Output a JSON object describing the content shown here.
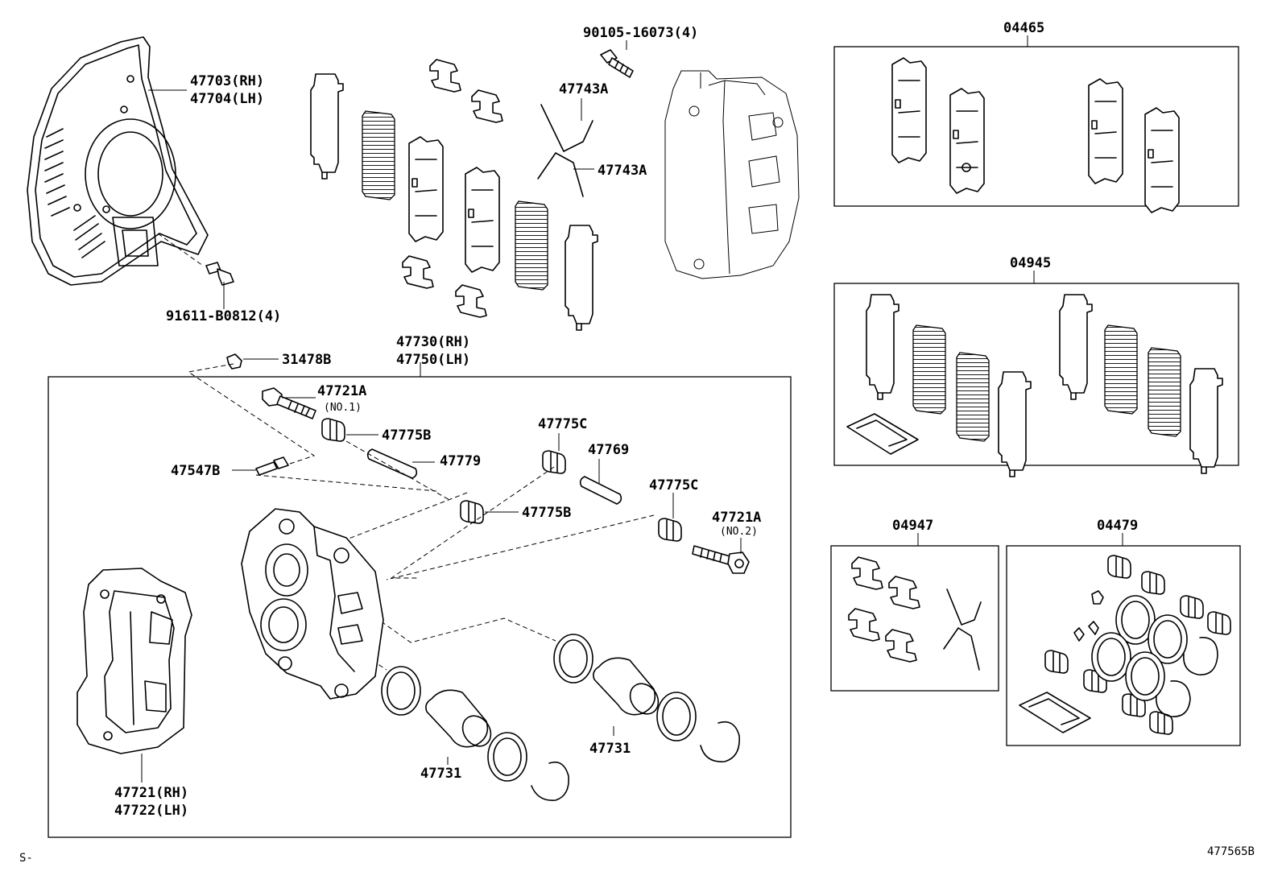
{
  "labels": {
    "shield_rh": "47703(RH)",
    "shield_lh": "47704(LH)",
    "bolt_91611": "91611-B0812(4)",
    "bolt_90105": "90105-16073(4)",
    "spring_a1": "47743A",
    "spring_a2": "47743A",
    "caliper_rh": "47730(RH)",
    "caliper_lh": "47750(LH)",
    "cap_31478B": "31478B",
    "bolt_47721A_1": "47721A",
    "bolt_47721A_1_note": "(NO.1)",
    "boot_47775B_1": "47775B",
    "pin_47779": "47779",
    "bleeder_47547B": "47547B",
    "boot_47775C_1": "47775C",
    "pin_47769": "47769",
    "boot_47775C_2": "47775C",
    "boot_47775B_2": "47775B",
    "bolt_47721A_2": "47721A",
    "bolt_47721A_2_note": "(NO.2)",
    "piston_47731_1": "47731",
    "piston_47731_2": "47731",
    "mount_rh": "47721(RH)",
    "mount_lh": "47722(LH)",
    "kit_04465": "04465",
    "kit_04945": "04945",
    "kit_04947": "04947",
    "kit_04479": "04479"
  },
  "footer": {
    "left_mark": "S-",
    "diagram_code": "477565B"
  }
}
